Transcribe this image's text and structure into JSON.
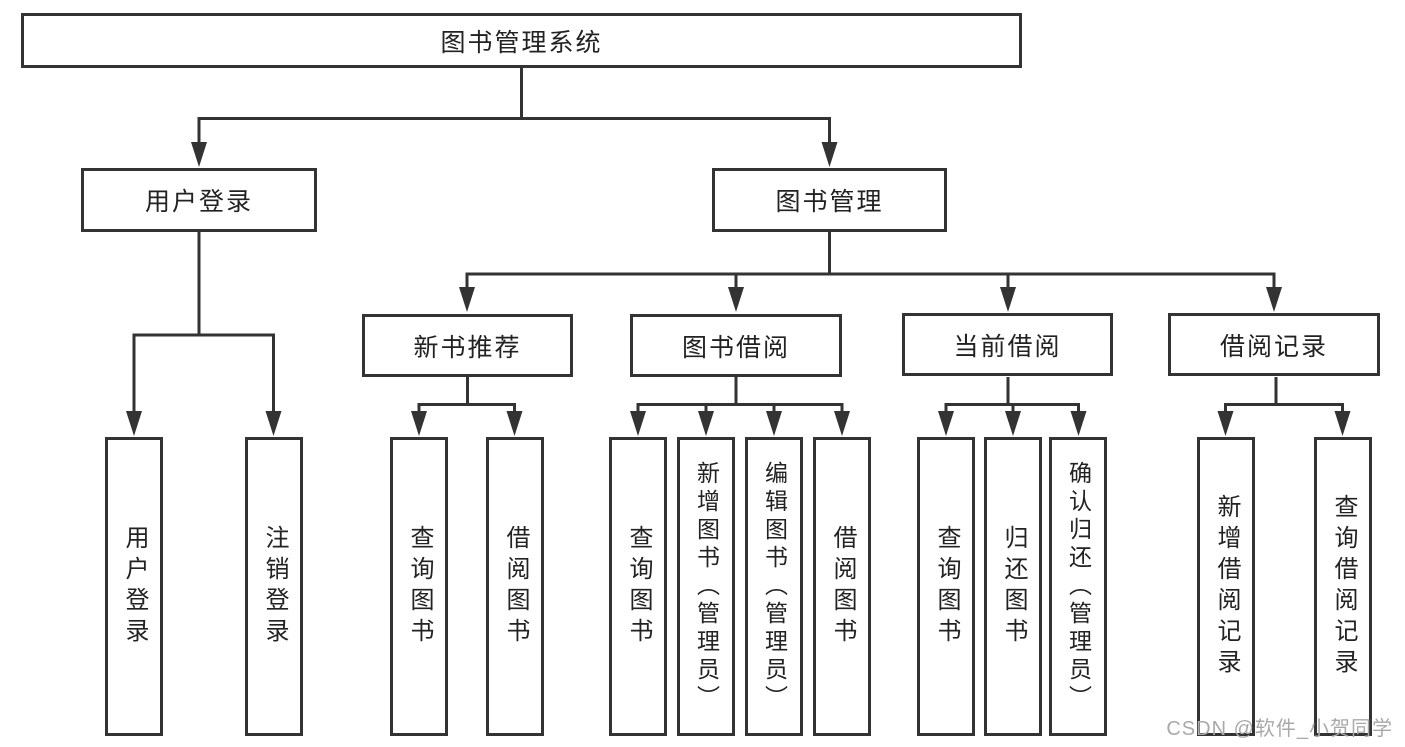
{
  "title": "图书管理系统",
  "branches": {
    "user_login": {
      "label": "用户登录",
      "children": [
        {
          "label": "用户登录"
        },
        {
          "label": "注销登录"
        }
      ]
    },
    "book_management": {
      "label": "图书管理",
      "modules": [
        {
          "label": "新书推荐",
          "children": [
            {
              "label": "查询图书"
            },
            {
              "label": "借阅图书"
            }
          ]
        },
        {
          "label": "图书借阅",
          "children": [
            {
              "label": "查询图书"
            },
            {
              "label": "新增图书（管理员）"
            },
            {
              "label": "编辑图书（管理员）"
            },
            {
              "label": "借阅图书"
            }
          ]
        },
        {
          "label": "当前借阅",
          "children": [
            {
              "label": "查询图书"
            },
            {
              "label": "归还图书"
            },
            {
              "label": "确认归还（管理员）"
            }
          ]
        },
        {
          "label": "借阅记录",
          "children": [
            {
              "label": "新增借阅记录"
            },
            {
              "label": "查询借阅记录"
            }
          ]
        }
      ]
    }
  },
  "watermark": {
    "text": "CSDN @软件_小贺同学"
  },
  "colors": {
    "border": "#333333",
    "line": "#333333",
    "text": "#222222",
    "watermark": "#a9a9a9",
    "background": "#ffffff"
  }
}
